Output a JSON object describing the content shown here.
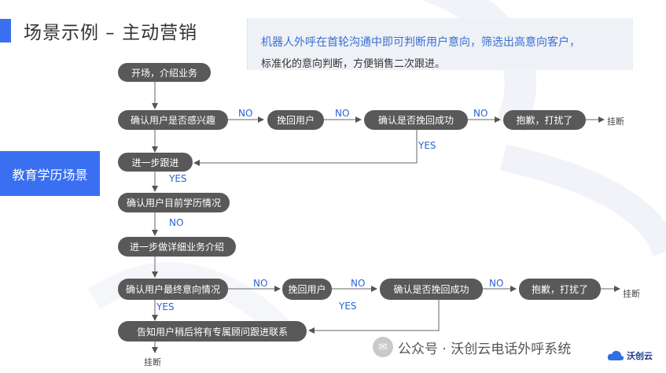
{
  "page": {
    "title": "场景示例 – 主动营销"
  },
  "note": {
    "line1": "机器人外呼在首轮沟通中即可判断用户意向，筛选出高意向客户，",
    "line2": "标准化的意向判断，方便销售二次跟进。"
  },
  "scene_label": "教育学历场景",
  "nodes": {
    "n1": "开场，介绍业务",
    "n2": "确认用户是否感兴趣",
    "n3": "挽回用户",
    "n4": "确认是否挽回成功",
    "n5": "抱歉，打扰了",
    "n6": "进一步跟进",
    "n7": "确认用户目前学历情况",
    "n8": "进一步做详细业务介绍",
    "n9": "确认用户最终意向情况",
    "n10": "挽回用户",
    "n11": "确认是否挽回成功",
    "n12": "抱歉，打扰了",
    "n13": "告知用户稍后将有专属顾问跟进联系"
  },
  "edge_labels": {
    "no1": "NO",
    "no2": "NO",
    "no3": "NO",
    "yes1": "YES",
    "yes2": "YES",
    "no4": "NO",
    "no5": "NO",
    "no6": "NO",
    "no7": "NO",
    "yes3": "YES",
    "yes4": "YES"
  },
  "terminals": {
    "end1": "挂断",
    "end2": "挂断",
    "end3": "挂断"
  },
  "watermark": {
    "text": "公众号 · 沃创云电话外呼系统"
  },
  "logo": {
    "text": "沃创云"
  },
  "colors": {
    "accent": "#3a6ff2",
    "node": "#595959",
    "label": "#2a63d4"
  }
}
